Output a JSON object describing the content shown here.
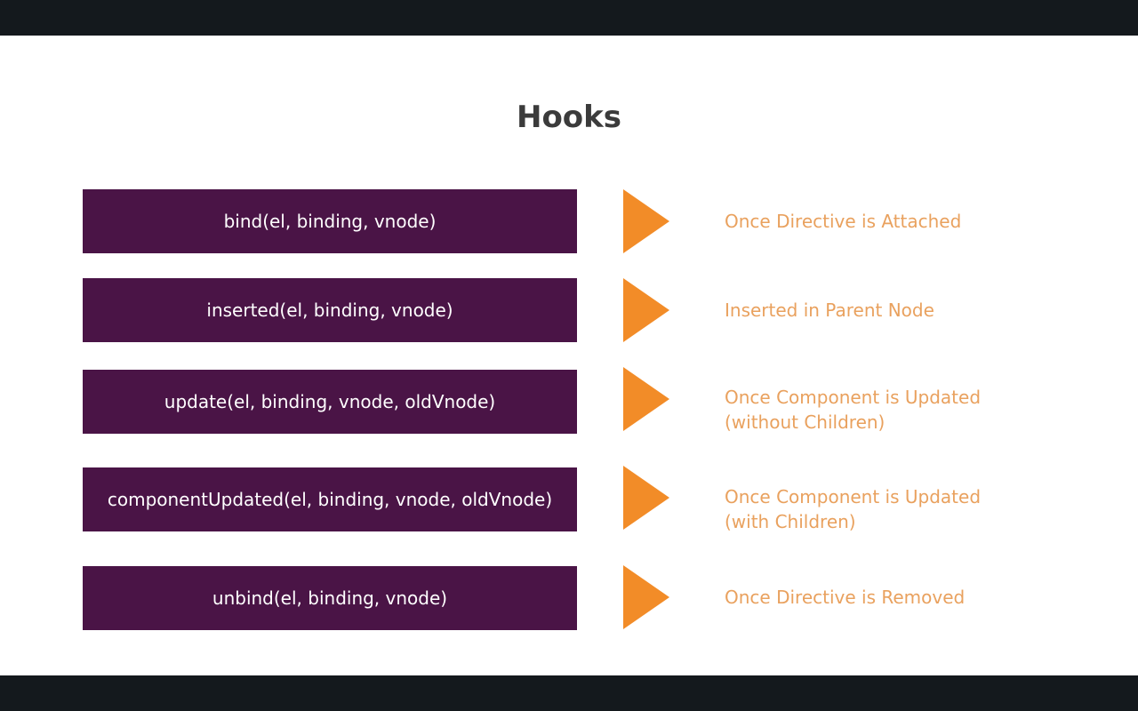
{
  "title": "Hooks",
  "hooks": [
    {
      "signature": "bind(el, binding, vnode)",
      "description_lines": [
        "Once Directive is Attached"
      ]
    },
    {
      "signature": "inserted(el, binding, vnode)",
      "description_lines": [
        "Inserted in Parent Node"
      ]
    },
    {
      "signature": "update(el, binding, vnode, oldVnode)",
      "description_lines": [
        "Once Component is Updated",
        "(without Children)"
      ]
    },
    {
      "signature": "componentUpdated(el, binding, vnode, oldVnode)",
      "description_lines": [
        "Once Component is Updated",
        "(with Children)"
      ]
    },
    {
      "signature": "unbind(el, binding, vnode)",
      "description_lines": [
        "Once Directive is Removed"
      ]
    }
  ],
  "colors": {
    "box": "#4a1446",
    "arrow": "#f28c28",
    "description": "#e9a15e",
    "title": "#3b3b3b",
    "frame": "#14191d"
  }
}
